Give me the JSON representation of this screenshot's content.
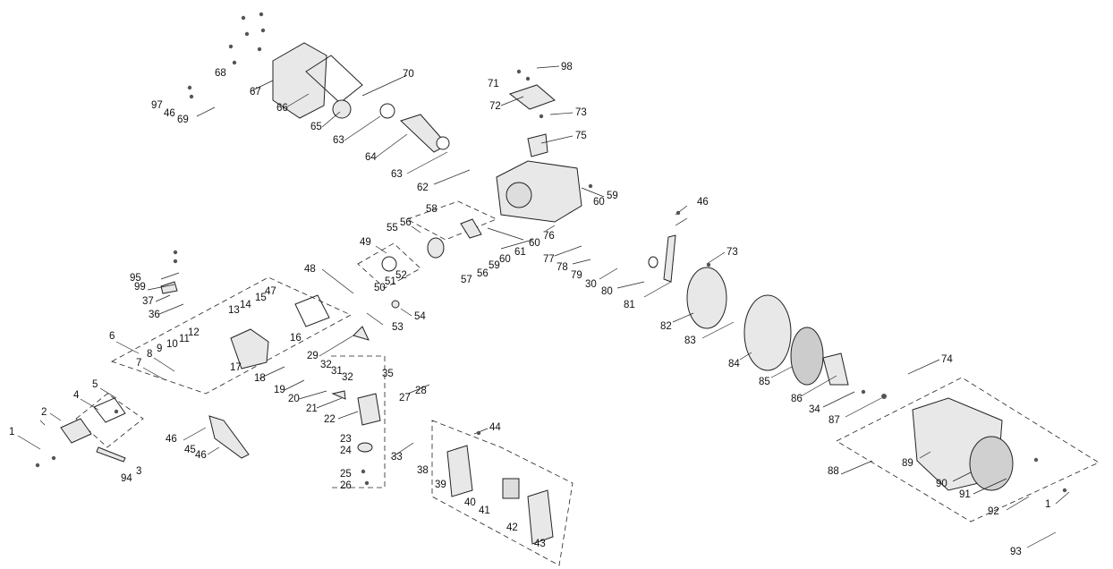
{
  "parts": [
    {
      "id": "p1a",
      "label": "1"
    },
    {
      "id": "p1b",
      "label": "1"
    },
    {
      "id": "p2",
      "label": "2"
    },
    {
      "id": "p3",
      "label": "3"
    },
    {
      "id": "p4",
      "label": "4"
    },
    {
      "id": "p5",
      "label": "5"
    },
    {
      "id": "p6",
      "label": "6"
    },
    {
      "id": "p7",
      "label": "7"
    },
    {
      "id": "p8",
      "label": "8"
    },
    {
      "id": "p9",
      "label": "9"
    },
    {
      "id": "p10",
      "label": "10"
    },
    {
      "id": "p11",
      "label": "11"
    },
    {
      "id": "p12",
      "label": "12"
    },
    {
      "id": "p13",
      "label": "13"
    },
    {
      "id": "p14",
      "label": "14"
    },
    {
      "id": "p15",
      "label": "15"
    },
    {
      "id": "p16",
      "label": "16"
    },
    {
      "id": "p17",
      "label": "17"
    },
    {
      "id": "p18",
      "label": "18"
    },
    {
      "id": "p19",
      "label": "19"
    },
    {
      "id": "p20",
      "label": "20"
    },
    {
      "id": "p21",
      "label": "21"
    },
    {
      "id": "p22",
      "label": "22"
    },
    {
      "id": "p23",
      "label": "23"
    },
    {
      "id": "p24",
      "label": "24"
    },
    {
      "id": "p25",
      "label": "25"
    },
    {
      "id": "p26",
      "label": "26"
    },
    {
      "id": "p27",
      "label": "27"
    },
    {
      "id": "p28",
      "label": "28"
    },
    {
      "id": "p29",
      "label": "29"
    },
    {
      "id": "p30",
      "label": "30"
    },
    {
      "id": "p31",
      "label": "31"
    },
    {
      "id": "p32a",
      "label": "32"
    },
    {
      "id": "p32b",
      "label": "32"
    },
    {
      "id": "p33",
      "label": "33"
    },
    {
      "id": "p34",
      "label": "34"
    },
    {
      "id": "p35",
      "label": "35"
    },
    {
      "id": "p36",
      "label": "36"
    },
    {
      "id": "p37",
      "label": "37"
    },
    {
      "id": "p38",
      "label": "38"
    },
    {
      "id": "p39",
      "label": "39"
    },
    {
      "id": "p40",
      "label": "40"
    },
    {
      "id": "p41",
      "label": "41"
    },
    {
      "id": "p42",
      "label": "42"
    },
    {
      "id": "p43",
      "label": "43"
    },
    {
      "id": "p44",
      "label": "44"
    },
    {
      "id": "p45",
      "label": "45"
    },
    {
      "id": "p46a",
      "label": "46"
    },
    {
      "id": "p46b",
      "label": "46"
    },
    {
      "id": "p46c",
      "label": "46"
    },
    {
      "id": "p46d",
      "label": "46"
    },
    {
      "id": "p47",
      "label": "47"
    },
    {
      "id": "p48",
      "label": "48"
    },
    {
      "id": "p49",
      "label": "49"
    },
    {
      "id": "p50",
      "label": "50"
    },
    {
      "id": "p51",
      "label": "51"
    },
    {
      "id": "p52",
      "label": "52"
    },
    {
      "id": "p53",
      "label": "53"
    },
    {
      "id": "p54",
      "label": "54"
    },
    {
      "id": "p55",
      "label": "55"
    },
    {
      "id": "p56a",
      "label": "56"
    },
    {
      "id": "p56b",
      "label": "56"
    },
    {
      "id": "p57",
      "label": "57"
    },
    {
      "id": "p58",
      "label": "58"
    },
    {
      "id": "p59a",
      "label": "59"
    },
    {
      "id": "p59b",
      "label": "59"
    },
    {
      "id": "p60a",
      "label": "60"
    },
    {
      "id": "p60b",
      "label": "60"
    },
    {
      "id": "p60c",
      "label": "60"
    },
    {
      "id": "p61",
      "label": "61"
    },
    {
      "id": "p62",
      "label": "62"
    },
    {
      "id": "p63a",
      "label": "63"
    },
    {
      "id": "p63b",
      "label": "63"
    },
    {
      "id": "p64",
      "label": "64"
    },
    {
      "id": "p65",
      "label": "65"
    },
    {
      "id": "p66",
      "label": "66"
    },
    {
      "id": "p67",
      "label": "67"
    },
    {
      "id": "p68",
      "label": "68"
    },
    {
      "id": "p69",
      "label": "69"
    },
    {
      "id": "p70",
      "label": "70"
    },
    {
      "id": "p71",
      "label": "71"
    },
    {
      "id": "p72",
      "label": "72"
    },
    {
      "id": "p73a",
      "label": "73"
    },
    {
      "id": "p73b",
      "label": "73"
    },
    {
      "id": "p74",
      "label": "74"
    },
    {
      "id": "p75",
      "label": "75"
    },
    {
      "id": "p76",
      "label": "76"
    },
    {
      "id": "p77",
      "label": "77"
    },
    {
      "id": "p78",
      "label": "78"
    },
    {
      "id": "p79",
      "label": "79"
    },
    {
      "id": "p80",
      "label": "80"
    },
    {
      "id": "p81",
      "label": "81"
    },
    {
      "id": "p82",
      "label": "82"
    },
    {
      "id": "p83",
      "label": "83"
    },
    {
      "id": "p84",
      "label": "84"
    },
    {
      "id": "p85",
      "label": "85"
    },
    {
      "id": "p86",
      "label": "86"
    },
    {
      "id": "p87",
      "label": "87"
    },
    {
      "id": "p88",
      "label": "88"
    },
    {
      "id": "p89",
      "label": "89"
    },
    {
      "id": "p90",
      "label": "90"
    },
    {
      "id": "p91",
      "label": "91"
    },
    {
      "id": "p92",
      "label": "92"
    },
    {
      "id": "p93",
      "label": "93"
    },
    {
      "id": "p94",
      "label": "94"
    },
    {
      "id": "p95",
      "label": "95"
    },
    {
      "id": "p97",
      "label": "97"
    },
    {
      "id": "p98",
      "label": "98"
    },
    {
      "id": "p99",
      "label": "99"
    }
  ],
  "colors": {
    "ink": "#111111",
    "part_fill": "#e8e8e8",
    "part_dark": "#555555"
  }
}
